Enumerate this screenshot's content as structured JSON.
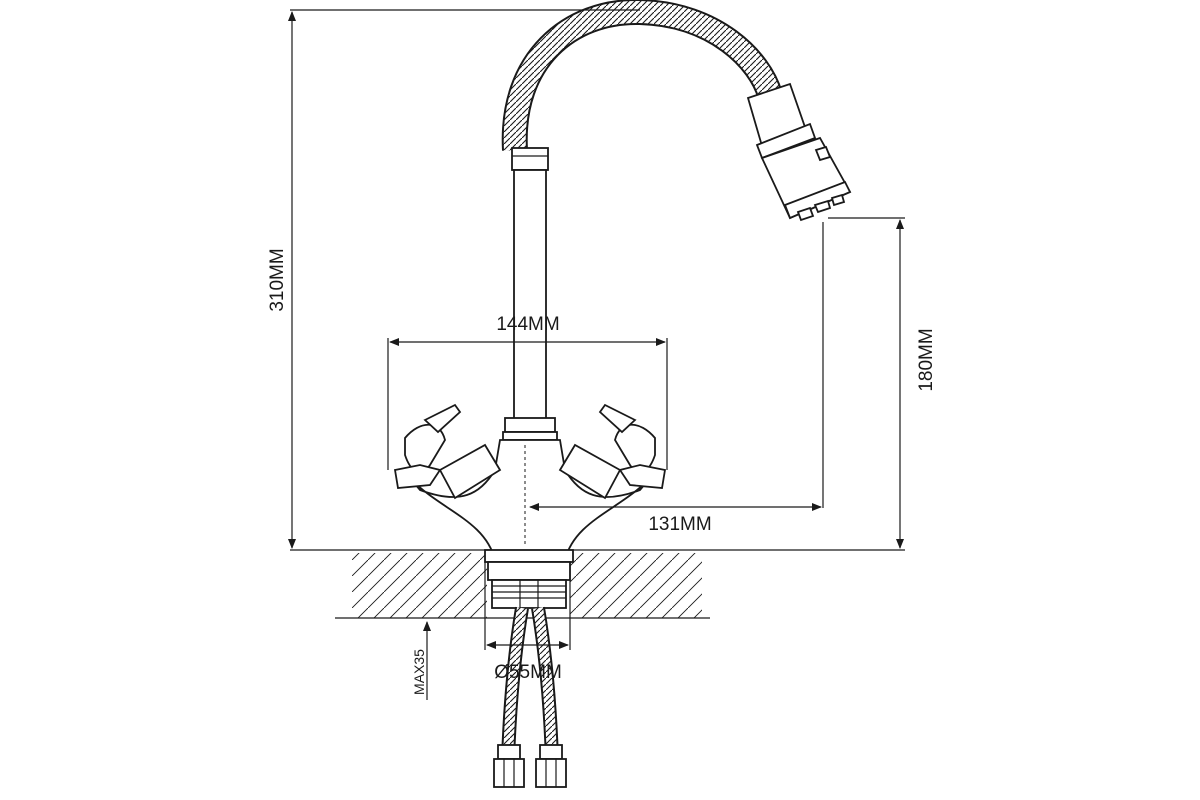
{
  "dimensions": {
    "total_height": "310MM",
    "handle_span": "144MM",
    "spout_reach": "131MM",
    "spout_height": "180MM",
    "base_diameter": "Ø55MM",
    "max_counter_thickness": "MAX35"
  },
  "colors": {
    "line": "#1a1a1a",
    "background": "#ffffff"
  }
}
